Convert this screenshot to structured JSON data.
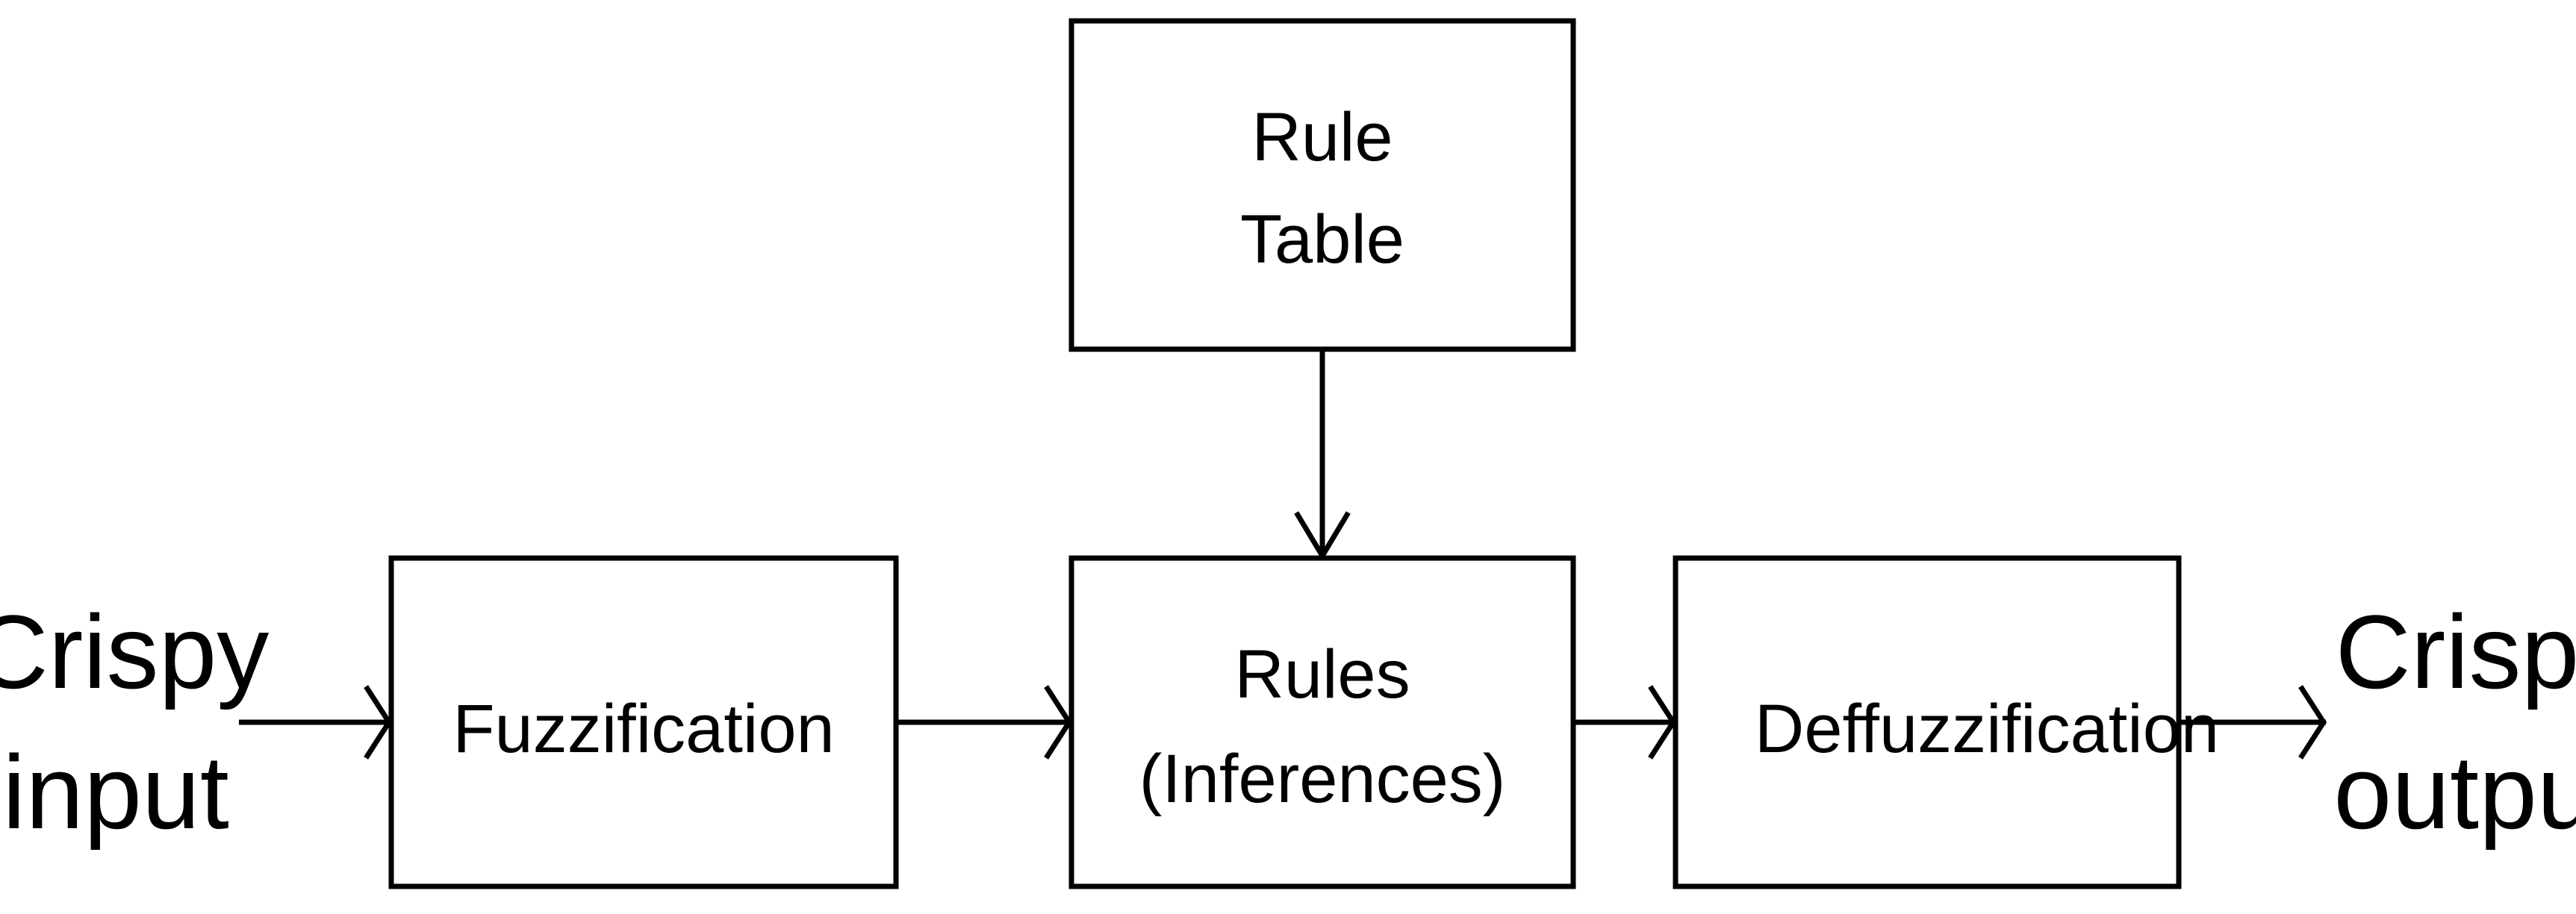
{
  "diagram": {
    "input": {
      "line1": "Crispy",
      "line2": "input"
    },
    "output": {
      "line1": "Crispy",
      "line2": "output"
    },
    "rule_table": {
      "line1": "Rule",
      "line2": "Table"
    },
    "fuzzification": {
      "label": "Fuzzification"
    },
    "rules": {
      "line1": "Rules",
      "line2": "(Inferences)"
    },
    "defuzzification": {
      "label": "Deffuzzification"
    }
  },
  "colors": {
    "stroke": "#000000",
    "background": "#ffffff"
  }
}
